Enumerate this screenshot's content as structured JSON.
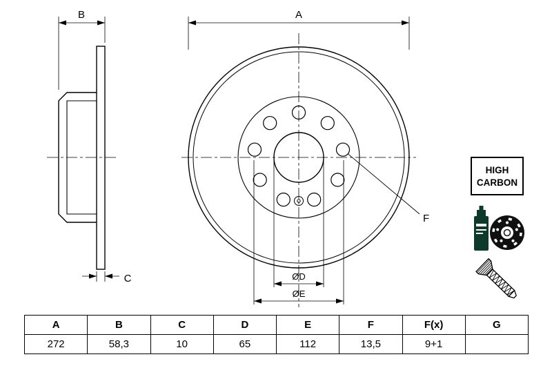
{
  "drawing": {
    "labels": {
      "a": "A",
      "b": "B",
      "c": "C",
      "f": "F",
      "d": "ØD",
      "e": "ØE"
    }
  },
  "badge": {
    "line1": "HIGH",
    "line2": "CARBON"
  },
  "table": {
    "headers": [
      "A",
      "B",
      "C",
      "D",
      "E",
      "F",
      "F(x)",
      "G"
    ],
    "values": [
      "272",
      "58,3",
      "10",
      "65",
      "112",
      "13,5",
      "9+1",
      ""
    ]
  },
  "icons": {
    "coating": "spray-can-and-brake-disc",
    "fastener": "countersunk-screw"
  },
  "colors": {
    "line": "#000000",
    "icon_green": "#0e3a2b",
    "icon_black": "#101010"
  }
}
